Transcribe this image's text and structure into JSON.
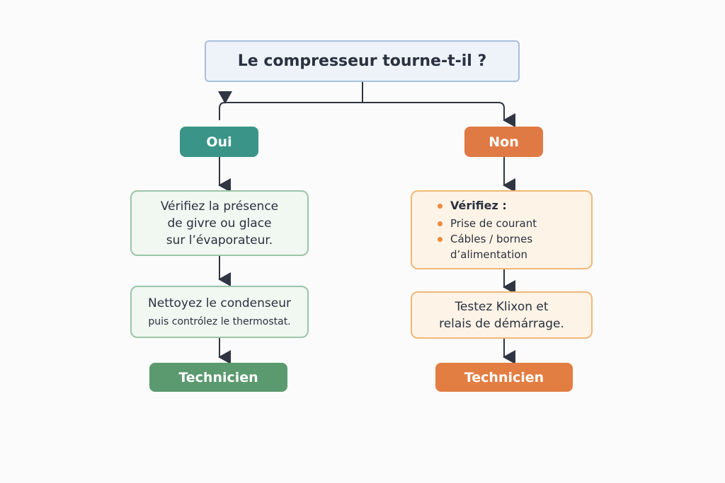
{
  "question": "Le compresseur tourne-t-il ?",
  "yes": {
    "label": "Oui",
    "color": "#3a9588",
    "step1": [
      "Vérifiez la présence",
      "de givre ou glace",
      "sur l’évaporateur."
    ],
    "step2": [
      "Nettoyez le condenseur",
      "puis contrólez le thermostat."
    ],
    "end": "Technicien",
    "end_color": "#5a9a6e"
  },
  "no": {
    "label": "Non",
    "color": "#e07a45",
    "step1": {
      "heading": "Vérifiez :",
      "items": [
        "Prise de courant",
        "Cábles / bornes",
        "d’alimentation"
      ]
    },
    "step2": [
      "Testez Klixon et",
      "relais de démárrage."
    ],
    "end": "Technicien",
    "end_color": "#e37e43"
  }
}
